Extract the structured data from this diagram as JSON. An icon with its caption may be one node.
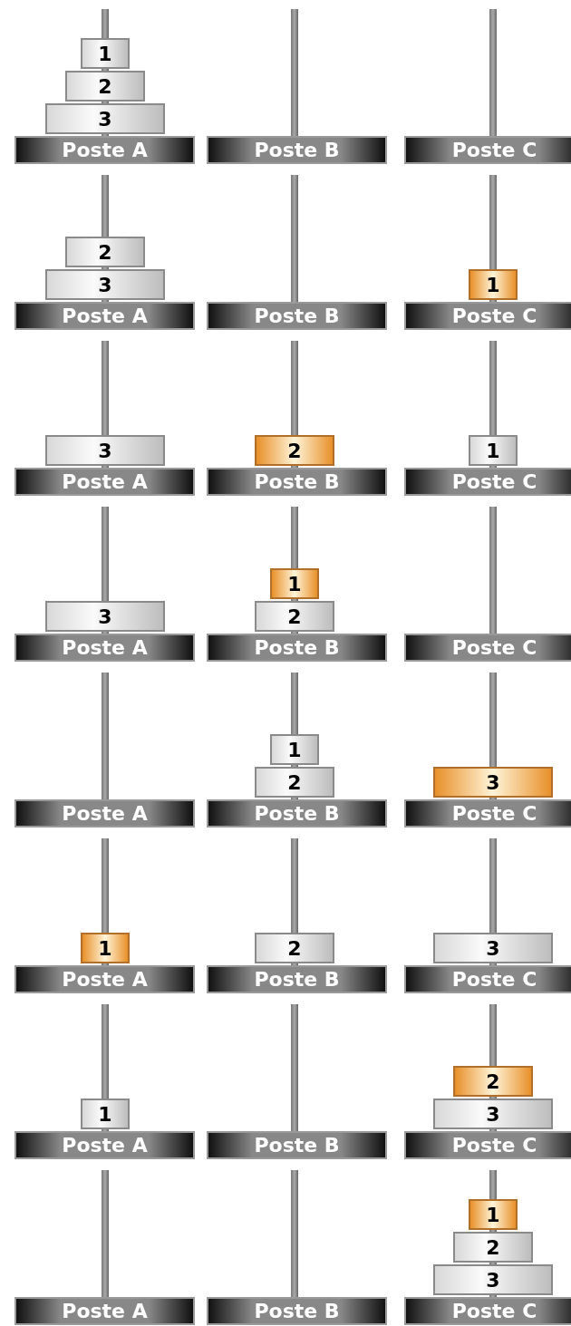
{
  "diagram": {
    "nodes": [
      {
        "text": [
          "1"
        ]
      },
      {
        "text": [
          "2"
        ]
      },
      {
        "text": [
          "3"
        ]
      },
      {
        "text": [
          "Poste A"
        ]
      },
      {
        "text": [
          "Poste B"
        ]
      },
      {
        "text": [
          "Poste C"
        ]
      },
      {
        "text": [
          "2"
        ]
      },
      {
        "text": [
          "3"
        ]
      },
      {
        "text": [
          "Poste A"
        ]
      },
      {
        "text": [
          "Poste B"
        ]
      },
      {
        "text": [
          "1"
        ]
      },
      {
        "text": [
          "Poste C"
        ]
      },
      {
        "text": [
          "3"
        ]
      },
      {
        "text": [
          "Poste A"
        ]
      },
      {
        "text": [
          "2"
        ]
      },
      {
        "text": [
          "Poste B"
        ]
      },
      {
        "text": [
          "1"
        ]
      },
      {
        "text": [
          "Poste C"
        ]
      },
      {
        "text": [
          "3"
        ]
      },
      {
        "text": [
          "Poste A"
        ]
      },
      {
        "text": [
          "1"
        ]
      },
      {
        "text": [
          "2"
        ]
      },
      {
        "text": [
          "Poste B"
        ]
      },
      {
        "text": [
          "Poste C"
        ]
      },
      {
        "text": [
          "Poste A"
        ]
      },
      {
        "text": [
          "1"
        ]
      },
      {
        "text": [
          "2"
        ]
      },
      {
        "text": [
          "Poste B"
        ]
      },
      {
        "text": [
          "3"
        ]
      },
      {
        "text": [
          "Poste C"
        ]
      },
      {
        "text": [
          "1"
        ]
      },
      {
        "text": [
          "Poste A"
        ]
      },
      {
        "text": [
          "2"
        ]
      },
      {
        "text": [
          "Poste B"
        ]
      },
      {
        "text": [
          "3"
        ]
      },
      {
        "text": [
          "Poste C"
        ]
      },
      {
        "text": [
          "1"
        ]
      },
      {
        "text": [
          "Poste A"
        ]
      },
      {
        "text": [
          "Poste B"
        ]
      },
      {
        "text": [
          "2"
        ]
      },
      {
        "text": [
          "3"
        ]
      },
      {
        "text": [
          "Poste C"
        ]
      },
      {
        "text": [
          "Poste A"
        ]
      },
      {
        "text": [
          "Poste B"
        ]
      },
      {
        "text": [
          "1"
        ]
      },
      {
        "text": [
          "2"
        ]
      },
      {
        "text": [
          "3"
        ]
      },
      {
        "text": [
          "Poste C"
        ]
      }
    ]
  }
}
